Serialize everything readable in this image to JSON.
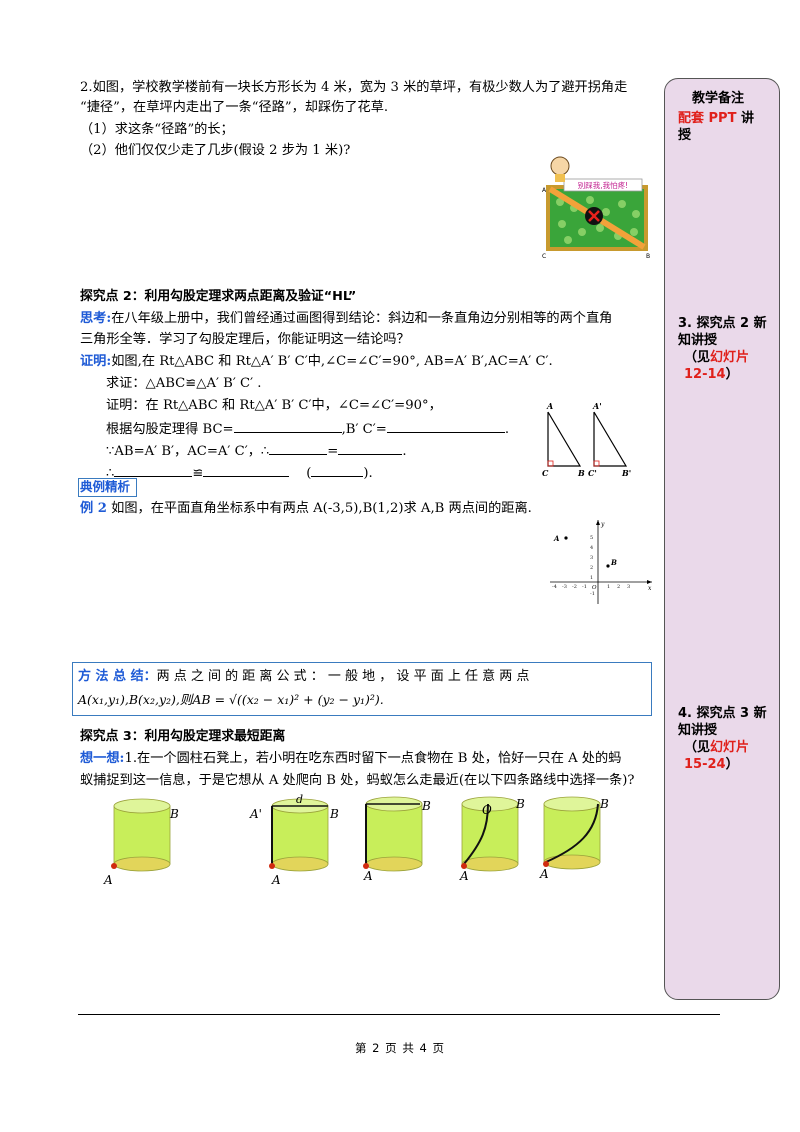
{
  "problem2": {
    "line1": "2.如图，学校教学楼前有一块长方形长为 4 米，宽为 3 米的草坪，有极少数人为了避开拐角走",
    "line2": "“捷径”，在草坪内走出了一条“径路”，却踩伤了花草.",
    "q1": "（1）求这条“径路”的长；",
    "q2": "（2）他们仅仅少走了几步(假设 2 步为 1 米)?",
    "sign_text": "别踩我,我怕疼!",
    "lbl_A": "A",
    "lbl_C": "C",
    "lbl_B": "B"
  },
  "section2": {
    "heading": "探究点 2：利用勾股定理求两点距离及验证“HL”",
    "think_label": "思考:",
    "think_text1": "在八年级上册中，我们曾经通过画图得到结论：斜边和一条直角边分别相等的两个直角",
    "think_text2": "三角形全等．学习了勾股定理后，你能证明这一结论吗？",
    "proof_label": "证明:",
    "proof_text": "如图,在 Rt△ABC  和 Rt△A′ B′ C′中,∠C=∠C′=90°,  AB=A′ B′,AC=A′ C′.",
    "prove": "求证：△ABC≌△A′ B′ C′ .",
    "proof1": "证明：在 Rt△ABC 和 Rt△A′ B′ C′中，∠C=∠C′=90°，",
    "proof2a": "根据勾股定理得 BC=",
    "proof2b": ",B′ C′=",
    "proof2c": ".",
    "proof3a": "∵AB=A′ B′，AC=A′ C′，∴",
    "proof3b": "=",
    "proof3c": ".",
    "proof4a": "∴",
    "proof4b": "≌",
    "proof4c": "(",
    "proof4d": ").",
    "tri1": {
      "A": "A",
      "C": "C",
      "B": "B"
    },
    "tri2": {
      "A": "A'",
      "C": "C'",
      "B": "B'"
    }
  },
  "example": {
    "tag": "典例精析",
    "label": "例 2",
    "text": " 如图，在平面直角坐标系中有两点 A(-3,5),B(1,2)求 A,B 两点间的距离.",
    "point_A": "A",
    "point_B": "B",
    "axis_x": "x",
    "axis_y": "y",
    "origin": "O",
    "y_ticks": [
      "5",
      "4",
      "3",
      "2",
      "1",
      "-1"
    ],
    "x_ticks_neg": [
      "-4",
      "-3",
      "-2",
      "-1"
    ],
    "x_ticks_pos": [
      "1",
      "2",
      "3"
    ]
  },
  "method": {
    "label": "方 法 总 结：",
    "text1": "两 点 之 间 的 距 离 公 式 ： 一 般 地 ， 设 平 面 上 任 意 两 点",
    "formula": "A(x₁,y₁),B(x₂,y₂),则AB = √((x₂ − x₁)² + (y₂ − y₁)²)."
  },
  "section3": {
    "heading": "探究点 3：利用勾股定理求最短距离",
    "think_label": "想一想:",
    "text1": "1.在一个圆柱石凳上，若小明在吃东西时留下一点食物在 B 处，恰好一只在 A 处的蚂",
    "text2": "蚁捕捉到这一信息，于是它想从 A 处爬向 B 处，蚂蚁怎么走最近(在以下四条路线中选择一条)?",
    "cyl1": {
      "A": "A",
      "B": "B"
    },
    "cyl2": {
      "A": "A",
      "B": "B",
      "A2": "A'",
      "d": "d"
    },
    "cyl3": {
      "A": "A",
      "B": "B"
    },
    "cyl4": {
      "A": "A",
      "B": "B",
      "O": "O"
    },
    "cyl5": {
      "A": "A",
      "B": "B"
    }
  },
  "sidebar": {
    "title": "教学备注",
    "note1_a": "配套 ",
    "note1_b": "PPT",
    "note1_c": " 讲",
    "note1_d": "授",
    "note2_a": "3. 探究点 2 新",
    "note2_b": "知讲授",
    "note2_c": "（见",
    "note2_d": "幻灯片",
    "note2_e": "12-14",
    "note2_f": "）",
    "note3_a": "4. 探究点 3 新",
    "note3_b": "知讲授",
    "note3_c": "（见",
    "note3_d": "幻灯片",
    "note3_e": "15-24",
    "note3_f": "）"
  },
  "footer": {
    "text": "第 2 页 共 4 页"
  }
}
